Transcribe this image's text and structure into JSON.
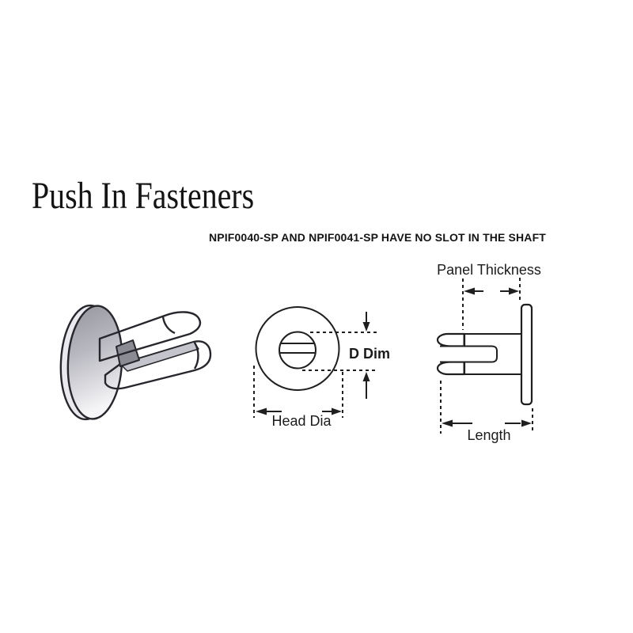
{
  "title": "Push In Fasteners",
  "note": "NPIF0040-SP AND NPIF0041-SP HAVE NO SLOT IN THE SHAFT",
  "labels": {
    "d_dim": "D Dim",
    "head_dia": "Head Dia",
    "panel_thickness": "Panel Thickness",
    "length": "Length"
  },
  "colors": {
    "ink": "#1f1f1f",
    "background": "#ffffff",
    "metal_dark": "#98989f",
    "metal_mid": "#b7b7bf",
    "metal_light": "#f5f5f7",
    "slot_shadow": "#8b8b94"
  }
}
